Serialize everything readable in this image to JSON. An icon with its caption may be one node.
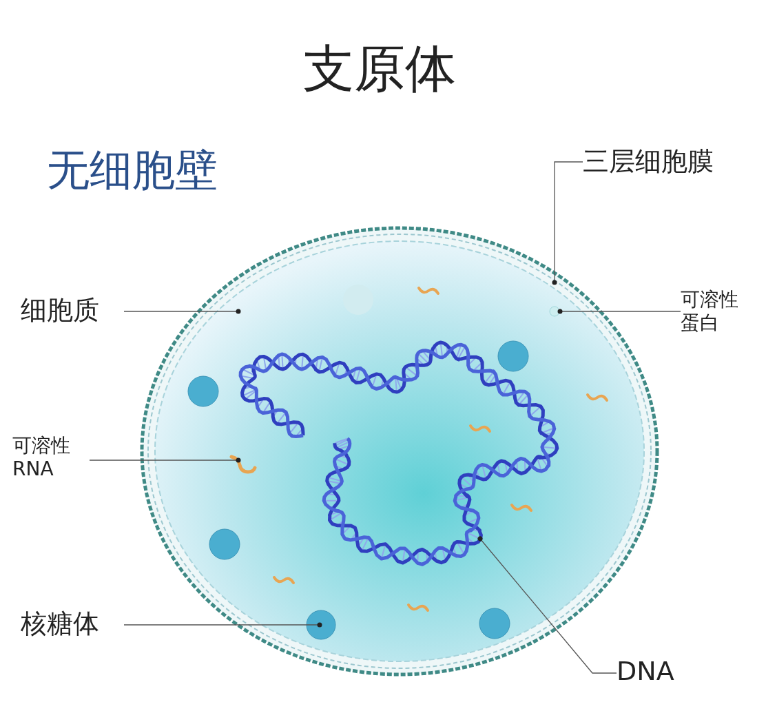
{
  "diagram": {
    "title": "支原体",
    "nodes": [
      {
        "text": [
          "三层细胞膜"
        ]
      },
      {
        "text": [
          "细胞质"
        ]
      },
      {
        "text": [
          "可溶性蛋白"
        ]
      },
      {
        "text": [
          "可溶性RNA"
        ]
      },
      {
        "text": [
          "核糖体"
        ]
      },
      {
        "text": [
          "DNA"
        ]
      },
      {
        "text": [],
        "shape": "circle"
      },
      {
        "text": [],
        "shape": "circle",
        "in": 6
      },
      {
        "text": [],
        "shape": "circle",
        "in": 7
      },
      {
        "text": [],
        "shape": "picture",
        "in": 7
      },
      {
        "text": [],
        "shape": "circle",
        "in": 7
      },
      {
        "text": [],
        "shape": "picture",
        "in": 7
      }
    ],
    "edges": [
      {
        "from": 0,
        "to": 6,
        "arrow": "other"
      },
      {
        "from": 1,
        "to": 7,
        "arrow": "other"
      },
      {
        "from": 2,
        "to": 8,
        "arrow": "other"
      },
      {
        "from": 3,
        "to": 9,
        "arrow": "other"
      },
      {
        "from": 4,
        "to": 10,
        "arrow": "other"
      },
      {
        "from": 5,
        "to": 11,
        "arrow": "other"
      }
    ],
    "labels": [
      "无细胞壁"
    ]
  }
}
